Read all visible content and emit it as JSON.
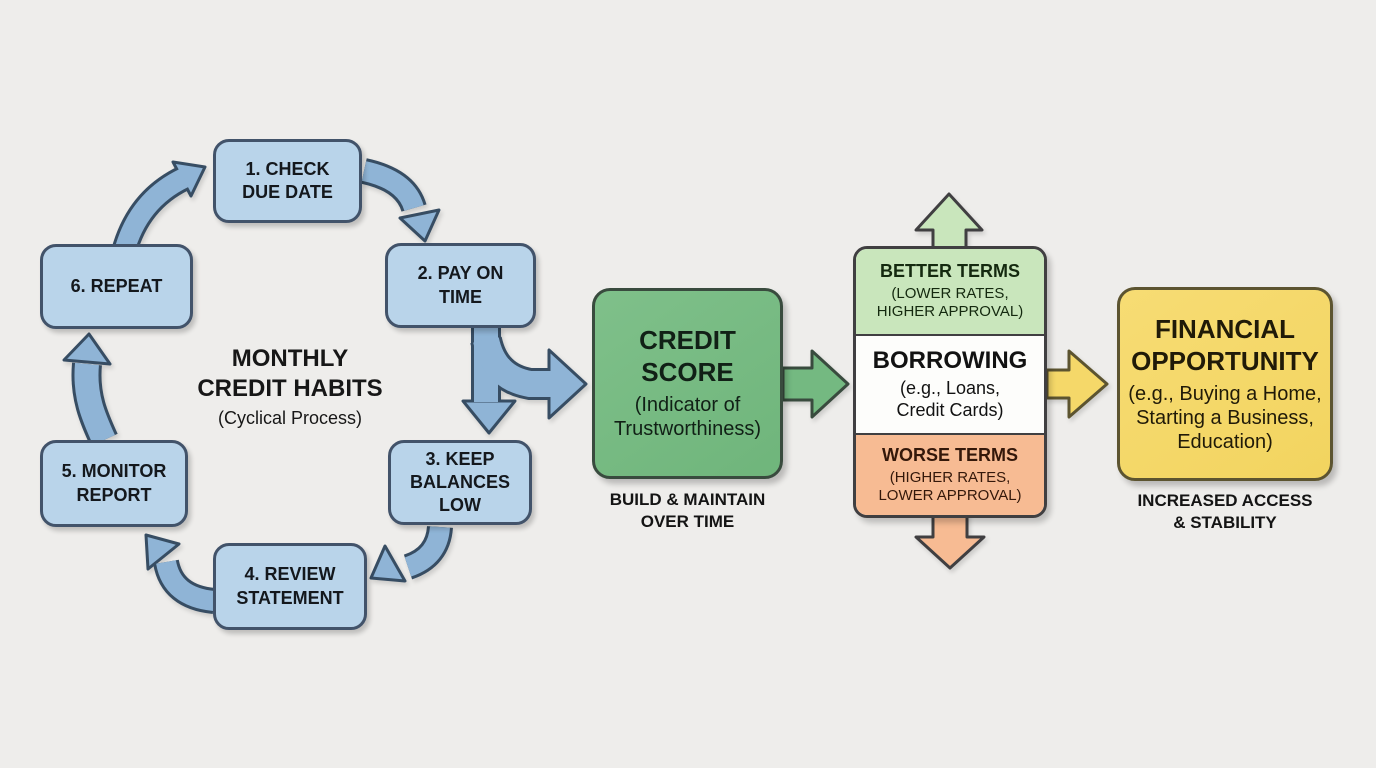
{
  "diagram_title": "Credit habits cycle leading to credit score, borrowing terms and financial opportunity",
  "colors": {
    "background": "#eeedeb",
    "cycle_box_fill": "#b9d4ea",
    "cycle_box_border": "#42536a",
    "cycle_arrow_fill": "#8fb4d6",
    "cycle_arrow_border": "#374d63",
    "credit_score_fill": "#74b981",
    "credit_score_border": "#394b3e",
    "better_terms_fill": "#c9e6bc",
    "worse_terms_fill": "#f7bb93",
    "borrowing_fill": "#fdfdfb",
    "stack_border": "#403f41",
    "financial_fill": "#f5d869",
    "financial_border": "#5c5430"
  },
  "cycle": {
    "title_line1": "MONTHLY",
    "title_line2": "CREDIT HABITS",
    "subtitle": "(Cyclical Process)",
    "boxes": [
      {
        "label": "1. CHECK\nDUE DATE"
      },
      {
        "label": "2. PAY ON\nTIME"
      },
      {
        "label": "3. KEEP\nBALANCES\nLOW"
      },
      {
        "label": "4. REVIEW\nSTATEMENT"
      },
      {
        "label": "5. MONITOR\nREPORT"
      },
      {
        "label": "6. REPEAT"
      }
    ]
  },
  "credit_score": {
    "title": "CREDIT\nSCORE",
    "subtitle": "(Indicator of\nTrustworthiness)",
    "caption": "BUILD & MAINTAIN\nOVER TIME"
  },
  "borrowing": {
    "better_terms_title": "BETTER TERMS",
    "better_terms_subtitle": "(LOWER RATES,\nHIGHER APPROVAL)",
    "title": "BORROWING",
    "subtitle": "(e.g., Loans,\nCredit Cards)",
    "worse_terms_title": "WORSE TERMS",
    "worse_terms_subtitle": "(HIGHER RATES,\nLOWER APPROVAL)"
  },
  "financial": {
    "title": "FINANCIAL\nOPPORTUNITY",
    "subtitle": "(e.g., Buying a Home,\nStarting a Business,\nEducation)",
    "caption": "INCREASED ACCESS\n& STABILITY"
  }
}
